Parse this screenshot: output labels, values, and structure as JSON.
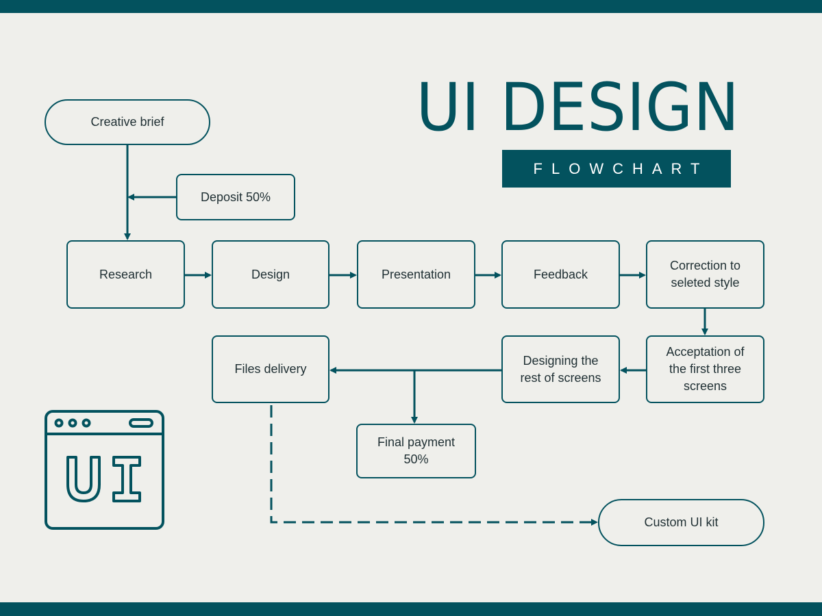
{
  "header": {
    "title": "UI DESIGN",
    "subtitle": "FLOWCHART"
  },
  "colors": {
    "accent": "#03525e",
    "background": "#efefeb",
    "text": "#1f2f33"
  },
  "nodes": {
    "creative_brief": "Creative brief",
    "deposit": "Deposit 50%",
    "research": "Research",
    "design": "Design",
    "presentation": "Presentation",
    "feedback": "Feedback",
    "correction": "Correction to\nseleted style",
    "acceptance": "Acceptation of\nthe first three\nscreens",
    "designing": "Designing the\nrest of screens",
    "files_delivery": "Files delivery",
    "final_payment": "Final payment\n50%",
    "custom_ui_kit": "Custom UI kit"
  },
  "icon": {
    "name": "browser-window-ui-icon",
    "label": "UI"
  }
}
